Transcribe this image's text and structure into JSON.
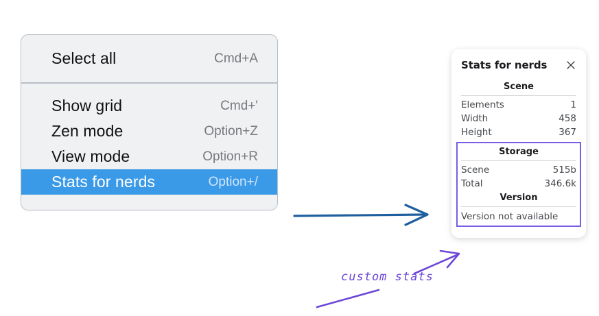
{
  "context_menu": {
    "groups": [
      {
        "items": [
          {
            "label": "Select all",
            "shortcut": "Cmd+A",
            "selected": false
          }
        ]
      },
      {
        "items": [
          {
            "label": "Show grid",
            "shortcut": "Cmd+'",
            "selected": false
          },
          {
            "label": "Zen mode",
            "shortcut": "Option+Z",
            "selected": false
          },
          {
            "label": "View mode",
            "shortcut": "Option+R",
            "selected": false
          },
          {
            "label": "Stats for nerds",
            "shortcut": "Option+/",
            "selected": true
          }
        ]
      }
    ]
  },
  "stats_panel": {
    "title": "Stats for nerds",
    "close_icon": "close-icon",
    "scene": {
      "heading": "Scene",
      "rows": [
        {
          "key": "Elements",
          "value": "1"
        },
        {
          "key": "Width",
          "value": "458"
        },
        {
          "key": "Height",
          "value": "367"
        }
      ]
    },
    "storage": {
      "heading": "Storage",
      "rows": [
        {
          "key": "Scene",
          "value": "515b"
        },
        {
          "key": "Total",
          "value": "346.6k"
        }
      ]
    },
    "version": {
      "heading": "Version",
      "note": "Version not available"
    }
  },
  "annotations": {
    "handwritten_label": "custom stats",
    "blue_arrow_color": "#1f5f9e",
    "purple_color": "#6b47d6",
    "highlight_border_color": "#7b5ce5"
  },
  "colors": {
    "menu_background": "#f0f1f3",
    "menu_border": "#b9bfc8",
    "menu_divider": "#b9bfc8",
    "selection_blue": "#3b9ae8",
    "panel_background": "#ffffff",
    "canvas_background": "#ffffff"
  }
}
